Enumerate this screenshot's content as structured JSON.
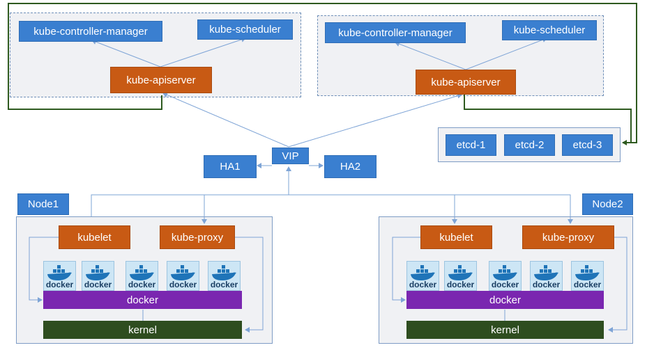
{
  "master1": {
    "controller": "kube-controller-manager",
    "scheduler": "kube-scheduler",
    "apiserver": "kube-apiserver"
  },
  "master2": {
    "controller": "kube-controller-manager",
    "scheduler": "kube-scheduler",
    "apiserver": "kube-apiserver"
  },
  "etcd": {
    "members": [
      "etcd-1",
      "etcd-2",
      "etcd-3"
    ]
  },
  "loadbalancer": {
    "vip": "VIP",
    "ha1": "HA1",
    "ha2": "HA2"
  },
  "node1": {
    "title": "Node1",
    "kubelet": "kubelet",
    "proxy": "kube-proxy",
    "runtime": "docker",
    "kernel": "kernel",
    "containers": [
      "docker",
      "docker",
      "docker",
      "docker",
      "docker"
    ]
  },
  "node2": {
    "title": "Node2",
    "kubelet": "kubelet",
    "proxy": "kube-proxy",
    "runtime": "docker",
    "kernel": "kernel",
    "containers": [
      "docker",
      "docker",
      "docker",
      "docker",
      "docker"
    ]
  },
  "colors": {
    "blue": "#3a7fd0",
    "orange": "#c85a14",
    "purple": "#7a27b0",
    "dark_green": "#2e4d1f",
    "line_blue": "#7ea4d6"
  }
}
